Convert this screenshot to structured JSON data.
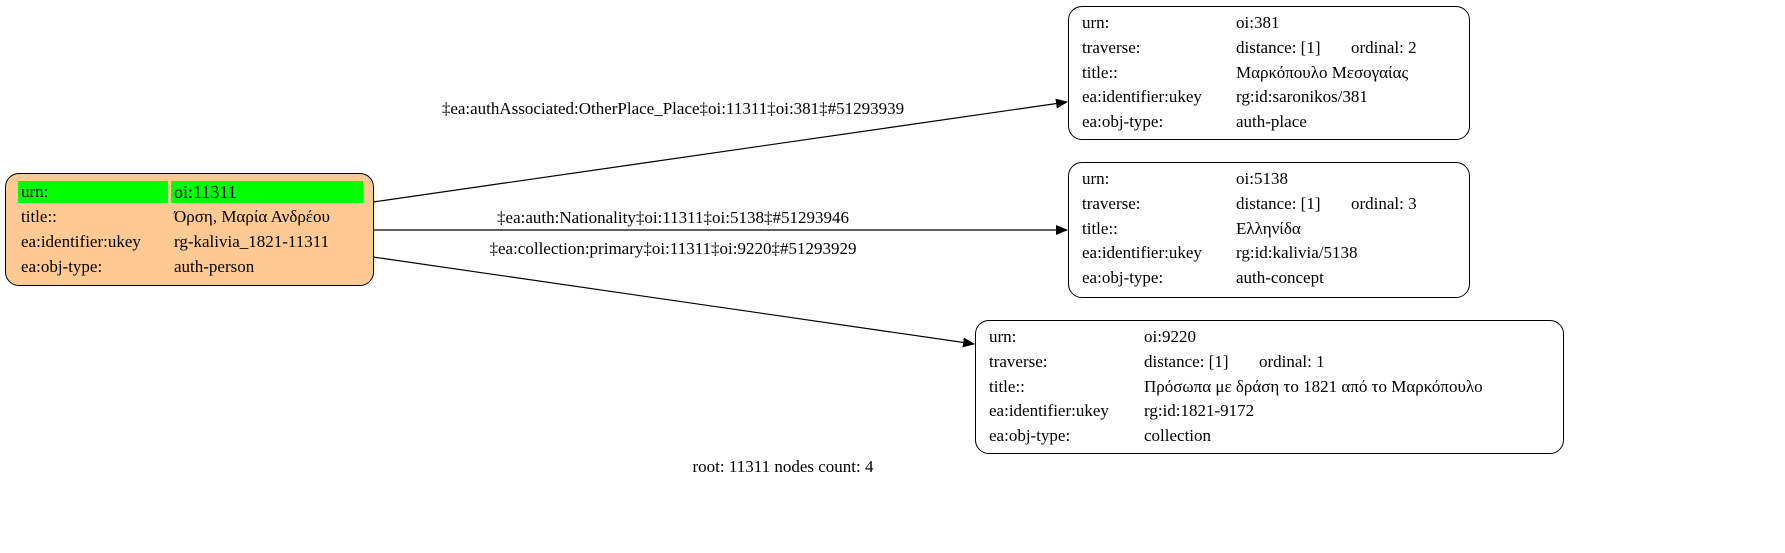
{
  "root_node": {
    "rows": [
      {
        "key": "urn:",
        "value": "oi:11311"
      },
      {
        "key": "title::",
        "value": "Όρση, Μαρία Ανδρέου"
      },
      {
        "key": "ea:identifier:ukey",
        "value": "rg-kalivia_1821-11311"
      },
      {
        "key": "ea:obj-type:",
        "value": "auth-person"
      }
    ],
    "fill": "#ffc993",
    "highlight": "#00ff00"
  },
  "nodes": [
    {
      "urn_key": "urn:",
      "urn": "oi:381",
      "traverse_key": "traverse:",
      "distance": "distance: [1]",
      "ordinal": "ordinal: 2",
      "title_key": "title::",
      "title": "Μαρκόπουλο Μεσογαίας",
      "ukey_key": "ea:identifier:ukey",
      "ukey": "rg:id:saronikos/381",
      "type_key": "ea:obj-type:",
      "type": "auth-place"
    },
    {
      "urn_key": "urn:",
      "urn": "oi:5138",
      "traverse_key": "traverse:",
      "distance": "distance: [1]",
      "ordinal": "ordinal: 3",
      "title_key": "title::",
      "title": "Ελληνίδα",
      "ukey_key": "ea:identifier:ukey",
      "ukey": "rg:id:kalivia/5138",
      "type_key": "ea:obj-type:",
      "type": "auth-concept"
    },
    {
      "urn_key": "urn:",
      "urn": "oi:9220",
      "traverse_key": "traverse:",
      "distance": "distance: [1]",
      "ordinal": "ordinal: 1",
      "title_key": "title::",
      "title": "Πρόσωπα με δράση το 1821 από το Μαρκόπουλο",
      "ukey_key": "ea:identifier:ukey",
      "ukey": "rg:id:1821-9172",
      "type_key": "ea:obj-type:",
      "type": "collection"
    }
  ],
  "edges": [
    {
      "label": "‡ea:authAssociated:OtherPlace_Place‡oi:11311‡oi:381‡#51293939"
    },
    {
      "label": "‡ea:auth:Nationality‡oi:11311‡oi:5138‡#51293946"
    },
    {
      "label": "‡ea:collection:primary‡oi:11311‡oi:9220‡#51293929"
    }
  ],
  "footer": "root: 11311 nodes count: 4"
}
